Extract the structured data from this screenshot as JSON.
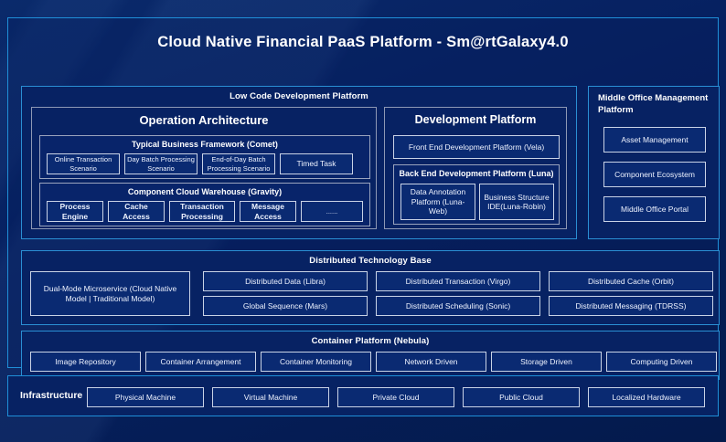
{
  "title": "Cloud Native Financial PaaS Platform - Sm@rtGalaxy4.0",
  "colors": {
    "accent_border": "#1f8fd8",
    "panel_border": "#2a8fd4",
    "group_border": "#8e99b5",
    "chip_border": "#c9d3e6",
    "panel_fill": "#072263",
    "chip_fill": "#0a2a72",
    "text": "#ffffff",
    "background": "#041a4a"
  },
  "low_code": {
    "title": "Low Code Development Platform",
    "operation_architecture": {
      "title": "Operation Architecture",
      "typical_business_framework": {
        "title": "Typical Business Framework (Comet)",
        "items": [
          "Online Transaction Scenario",
          "Day Batch Processing Scenario",
          "End-of-Day Batch Processing Scenario",
          "Timed Task"
        ]
      },
      "component_cloud_warehouse": {
        "title": "Component Cloud Warehouse (Gravity)",
        "items": [
          "Process Engine",
          "Cache Access",
          "Transaction Processing",
          "Message Access",
          "......"
        ]
      }
    },
    "development_platform": {
      "title": "Development Platform",
      "front_end": "Front End Development Platform (Vela)",
      "back_end": {
        "title": "Back End Development Platform (Luna)",
        "items": [
          "Data Annotation Platform (Luna-Web)",
          "Business Structure IDE(Luna-Robin)"
        ]
      }
    }
  },
  "middle_office": {
    "title": "Middle Office Management Platform",
    "items": [
      "Asset Management",
      "Component Ecosystem",
      "Middle Office Portal"
    ]
  },
  "distributed_technology_base": {
    "title": "Distributed Technology Base",
    "dual_mode": "Dual-Mode Microservice (Cloud Native Model | Traditional Model)",
    "items": [
      "Distributed Data (Libra)",
      "Distributed Transaction (Virgo)",
      "Distributed Cache (Orbit)",
      "Global Sequence (Mars)",
      "Distributed Scheduling (Sonic)",
      "Distributed Messaging (TDRSS)"
    ]
  },
  "container_platform": {
    "title": "Container Platform (Nebula)",
    "items": [
      "Image Repository",
      "Container Arrangement",
      "Container Monitoring",
      "Network Driven",
      "Storage Driven",
      "Computing Driven"
    ]
  },
  "infrastructure": {
    "label": "Infrastructure",
    "items": [
      "Physical Machine",
      "Virtual Machine",
      "Private Cloud",
      "Public Cloud",
      "Localized Hardware"
    ]
  }
}
